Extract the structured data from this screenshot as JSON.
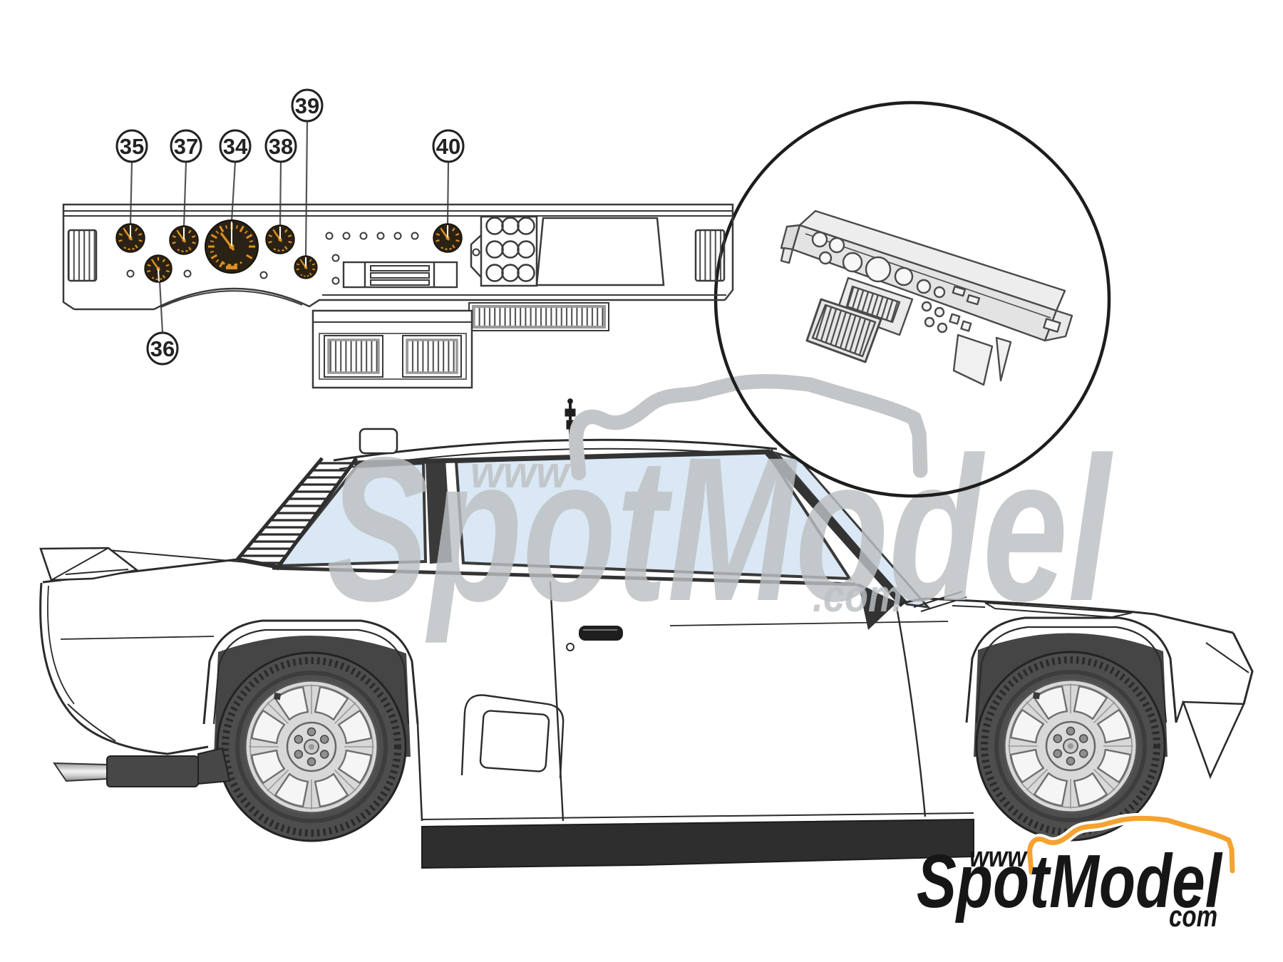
{
  "watermark": {
    "www": "www",
    "brand": "SpotModel",
    "suffix": ".com"
  },
  "logo": {
    "www": "www",
    "brand": "SpotModel",
    "suffix": "com"
  },
  "callouts": {
    "c34": "34",
    "c35": "35",
    "c36": "36",
    "c37": "37",
    "c38": "38",
    "c39": "39",
    "c40": "40"
  },
  "colors": {
    "accent_orange": "#F5A231",
    "watermark_gray": "#BCC0C2",
    "glass_blue": "#DAE7F4",
    "gauge_face_dark": "#2A2214",
    "gauge_marking_orange": "#DE9022",
    "outline_dark": "#2B2B2B",
    "sill_black": "#2E2E2E"
  }
}
